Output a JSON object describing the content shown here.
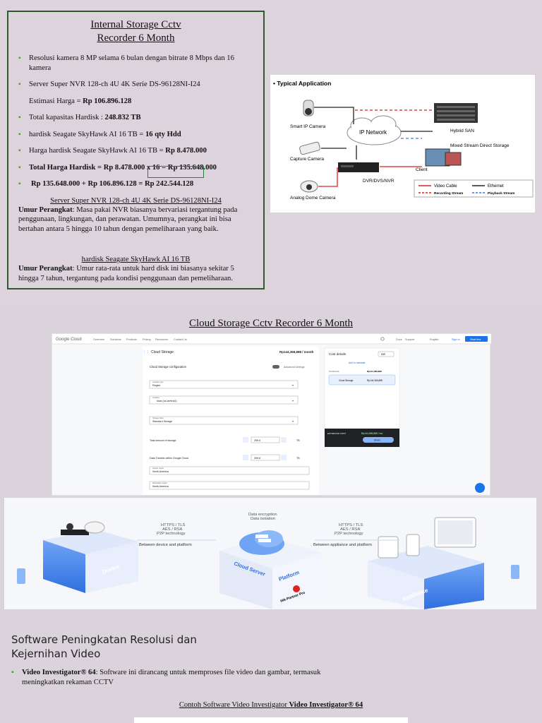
{
  "internal": {
    "title_line1": "Internal Storage Cctv",
    "title_line2": "Recorder 6 Month",
    "bullets": [
      {
        "pre": "Resolusi kamera 8 MP selama 6 bulan dengan bitrate 8 Mbps dan 16 kamera",
        "bold": ""
      },
      {
        "pre": "Server Super NVR 128-ch 4U 4K Serie DS-96128NI-I24",
        "bold": ""
      },
      {
        "pre": "Estimasi Harga = ",
        "bold": "Rp 106.896.128"
      },
      {
        "pre": "Total kapasitas Hardisk : ",
        "bold": "248.832 TB"
      },
      {
        "pre": "hardisk Seagate SkyHawk AI 16 TB = ",
        "bold": "16 qty Hdd"
      },
      {
        "pre": "Harga hardisk Seagate SkyHawk AI 16 TB = ",
        "bold": "Rp 8.478.000"
      },
      {
        "pre": "",
        "bold": "Total Harga Hardisk = Rp 8.478.000 x 16 = Rp 135.648.000"
      },
      {
        "pre": "",
        "bold": "Rp 135.648.000 + Rp 106.896.128 = Rp 242.544.128"
      }
    ],
    "nvr_title": "Server Super NVR 128-ch 4U 4K Serie DS-96128NI-I24",
    "nvr_label": "Umur Perangkat",
    "nvr_text": ": Masa pakai NVR biasanya bervariasi tergantung pada penggunaan, lingkungan, dan perawatan. Umumnya, perangkat ini bisa bertahan antara 5 hingga 10 tahun dengan pemeliharaan yang baik.",
    "hdd_title": "hardisk Seagate SkyHawk AI 16 TB",
    "hdd_label": "Umur Perangkat",
    "hdd_text": ": Umur rata-rata untuk hard disk ini biasanya sekitar 5 hingga 7 tahun, tergantung pada kondisi penggunaan dan pemeliharaan."
  },
  "typical_app": {
    "heading": "• Typical Application",
    "smart_ip": "Smart IP Camera",
    "capture": "Capture Camera",
    "analog": "Analog Dome Camera",
    "network": "IP Network",
    "hybrid": "Hybrid SAN",
    "mixed": "Mixed Stream Direct Storage",
    "client": "Client",
    "dvr": "DVR/DVS/NVR",
    "legend_video": "Video Cable",
    "legend_ethernet": "Ethernet",
    "legend_recording": "Recording Stream",
    "legend_playback": "Playback Stream"
  },
  "cloud": {
    "title": "Cloud Storage Cctv Recorder 6 Month",
    "gc": {
      "logo": "Google Cloud",
      "nav": [
        "Overview",
        "Solutions",
        "Products",
        "Pricing",
        "Resources",
        "Contact Us"
      ],
      "docs": "Docs",
      "support": "Support",
      "lang": "English",
      "signin": "Sign in",
      "start": "Start free",
      "product": "Cloud Storage",
      "price_top": "Rp144,366,888 / month",
      "config": "Cloud Storage configuration",
      "advanced": "Advanced settings",
      "location_type_label": "Location type",
      "location_type": "Region",
      "location_label": "Location",
      "location": "iowa (us-central1)",
      "storage_class_label": "Storage class",
      "storage_class": "Standard Storage",
      "total_label": "Total amount of storage",
      "total_value": "259.6",
      "unit": "TB",
      "transfer_label": "Data Transfer within Google Cloud",
      "transfer_value": "259.6",
      "source_label": "Source region",
      "source": "North America",
      "dest_label": "Destination region",
      "dest": "North America",
      "cost_title": "Cost details",
      "currency": "IDR",
      "add_estimate": "Add to estimate",
      "storage_hdr": "STORAGE",
      "storage_cost": "Rp144,366,888",
      "line_item": "Cloud Storage",
      "line_cost": "Rp144,366,888",
      "est_label": "ESTIMATED COST",
      "est_value": "Rp144,366,888 / mo",
      "share": "Share"
    },
    "banner": {
      "left_proto": "HTTPS / TLS\nAES / RSA\nP2P technology",
      "left_caption": "Between device and platform",
      "center_top": "Data encryption\nData isolation",
      "right_proto": "HTTPS / TLS\nAES / RSA\nP2P technology",
      "right_caption": "Between appliance and platform",
      "device": "Device",
      "cloud_server": "Cloud Server",
      "platform": "Platform",
      "hik": "Hik-Partner Pro",
      "appliance": "Appliance"
    }
  },
  "software": {
    "title": "Software Peningkatan Resolusi dan Kejernihan Video",
    "bullet_bold": "Video Investigator® 64",
    "bullet_text": ": Software ini dirancang untuk memproses file video dan gambar, termasuk meningkatkan rekaman CCTV",
    "caption_pre": "Contoh Software Video Investigator ",
    "caption_bold": "Video Investigator® 64"
  },
  "colors": {
    "accent_green": "#5a9a3a",
    "box_border": "#2e5a2e",
    "gc_blue": "#1a73e8"
  }
}
